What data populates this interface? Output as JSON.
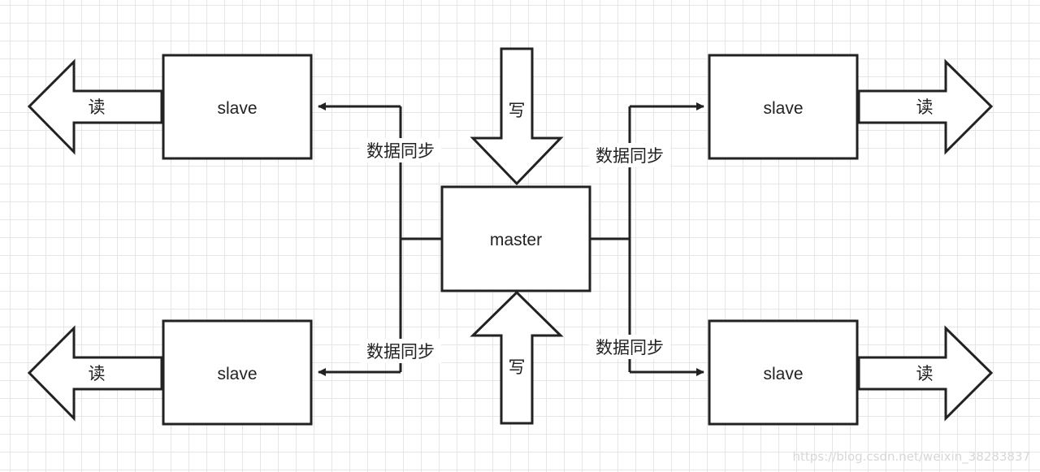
{
  "diagram": {
    "master_label": "master",
    "slave_label": "slave",
    "read_label": "读",
    "write_label": "写",
    "sync_label": "数据同步"
  },
  "watermark": "https://blog.csdn.net/weixin_38283837"
}
